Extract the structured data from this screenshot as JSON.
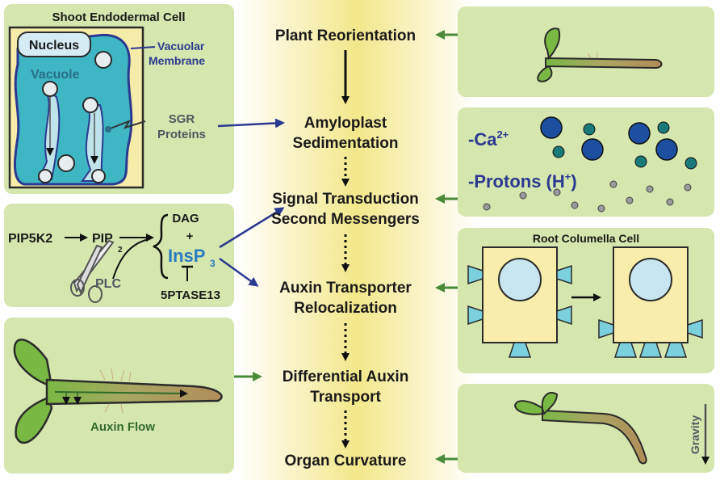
{
  "flow": {
    "steps": [
      "Plant Reorientation",
      "Amyloplast",
      "Sedimentation",
      "Signal Transduction",
      "Second Messengers",
      "Auxin Transporter",
      "Relocalization",
      "Differential Auxin",
      "Transport",
      "Organ Curvature"
    ]
  },
  "endodermal_panel": {
    "title": "Shoot Endodermal Cell",
    "nucleus": "Nucleus",
    "vacuolar_membrane_1": "Vacuolar",
    "vacuolar_membrane_2": "Membrane",
    "vacuole": "Vacuole",
    "sgr_1": "SGR",
    "sgr_2": "Proteins"
  },
  "signaling_panel": {
    "pip5k2": "PIP5K2",
    "pip": "PIP",
    "pip_sub": "2",
    "plc": "PLC",
    "dag": "DAG",
    "plus": "+",
    "insp": "InsP",
    "insp_sub": "3",
    "ptase": "5PTASE13"
  },
  "auxin_panel": {
    "label": "Auxin Flow"
  },
  "ions_panel": {
    "ca": "-Ca",
    "ca_sup": "2+",
    "protons_a": "-Protons (H",
    "protons_sup": "+",
    "protons_b": ")"
  },
  "columella_panel": {
    "title": "Root Columella Cell"
  },
  "gravity_panel": {
    "label": "Gravity"
  },
  "colors": {
    "panel_fill": "#d5e6ae",
    "vacuole": "#3fb6c4",
    "cell_wall": "#f6ecaa",
    "gradient_center": "#f3e78a",
    "membrane_blue": "#2b3990",
    "arrow_green": "#4a8b3a"
  }
}
